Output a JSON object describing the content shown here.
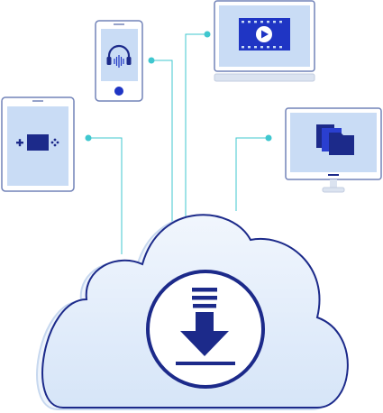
{
  "illustration": {
    "kind": "cloud-download-to-devices",
    "colors": {
      "navy": "#1c2a8a",
      "royal_blue": "#1f35c4",
      "screen_light": "#c9dcf5",
      "cloud_fill": "#e2edfb",
      "cloud_fill_light": "#f1f6fd",
      "connector_teal": "#3fc7cf",
      "device_outline": "#7283b8",
      "device_body": "#ffffff"
    },
    "cloud": {
      "center_icon": "download-arrow-icon"
    },
    "devices": [
      {
        "type": "tablet",
        "screen_icon": "gamepad-icon"
      },
      {
        "type": "phone",
        "screen_icon": "headphones-audio-icon"
      },
      {
        "type": "laptop",
        "screen_icon": "video-play-icon"
      },
      {
        "type": "desktop-monitor",
        "screen_icon": "folder-files-icon"
      }
    ]
  }
}
